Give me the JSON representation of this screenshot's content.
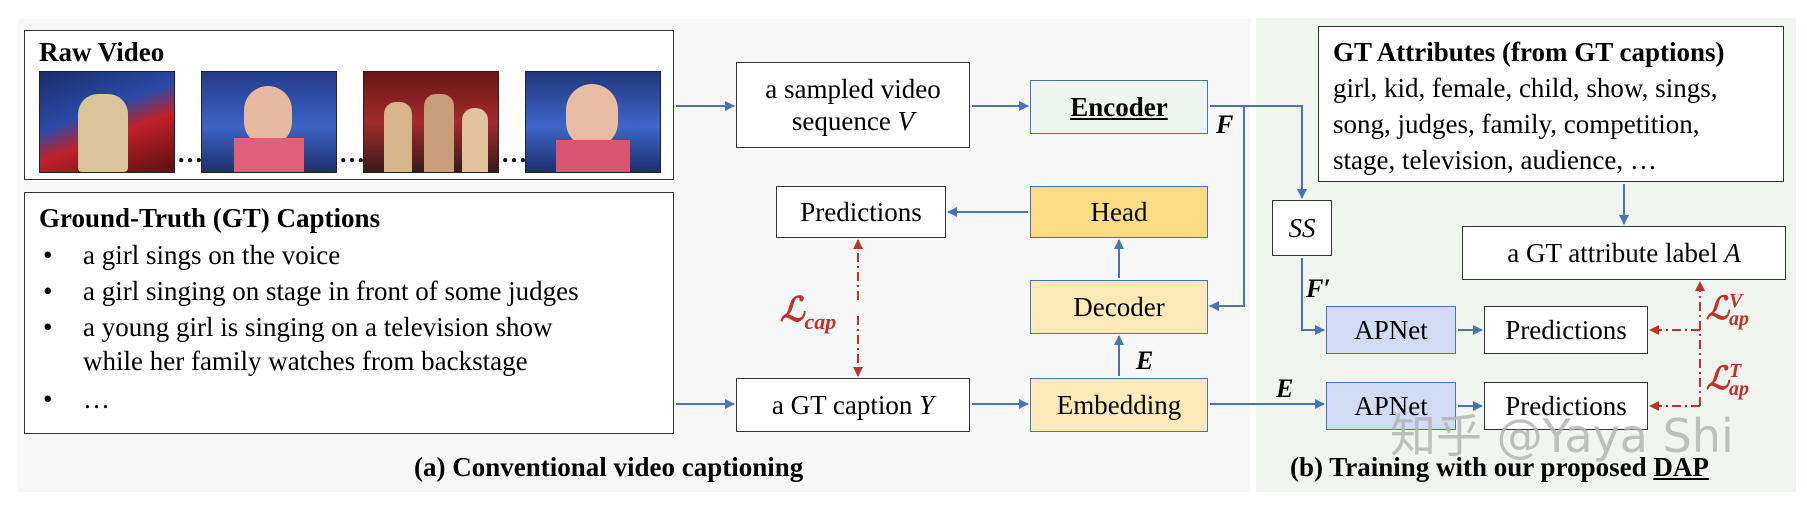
{
  "raw_video": {
    "title": "Raw Video",
    "ellipsis": "…"
  },
  "gt_captions": {
    "title": "Ground-Truth (GT) Captions",
    "bullet": "•",
    "items": [
      "a girl sings on the voice",
      "a girl singing on stage in front of some judges",
      "a young girl is singing on a television show",
      "while her family watches from backstage",
      "…"
    ]
  },
  "boxes": {
    "sampled_line1": "a sampled video",
    "sampled_line2_prefix": "sequence ",
    "sampled_var": "V",
    "encoder": "Encoder",
    "predictions_a": "Predictions",
    "head": "Head",
    "decoder": "Decoder",
    "gt_caption_prefix": "a GT caption ",
    "gt_caption_var": "Y",
    "embedding": "Embedding",
    "ss": "SS",
    "apnet_v": "APNet",
    "apnet_t": "APNet",
    "predictions_v": "Predictions",
    "predictions_t": "Predictions",
    "gt_attr_label_prefix": "a GT attribute label ",
    "gt_attr_label_var": "A"
  },
  "gt_attributes": {
    "title": "GT Attributes (from GT captions)",
    "lines": [
      "girl, kid, female, child, show, sings,",
      "song, judges, family, competition,",
      "stage, television, audience, …"
    ]
  },
  "labels": {
    "F": "F",
    "F_prime": "F′",
    "E_top": "E",
    "E_mid": "E",
    "loss_cap_main": "ℒ",
    "loss_cap_sub": "cap",
    "loss_v_main": "ℒ",
    "loss_v_sub": "ap",
    "loss_v_sup": "V",
    "loss_t_main": "ℒ",
    "loss_t_sub": "ap",
    "loss_t_sup": "T"
  },
  "captions": {
    "a": "(a) Conventional video captioning",
    "b_prefix": "(b) Training with our proposed ",
    "b_dap": "DAP"
  },
  "watermark": "知乎 @Yaya Shi",
  "colors": {
    "arrow_blue": "#4a72b8",
    "loss_red": "#c0312b",
    "head_yellow": "#fbdb83",
    "apnet_blue": "#cfdcf3"
  }
}
